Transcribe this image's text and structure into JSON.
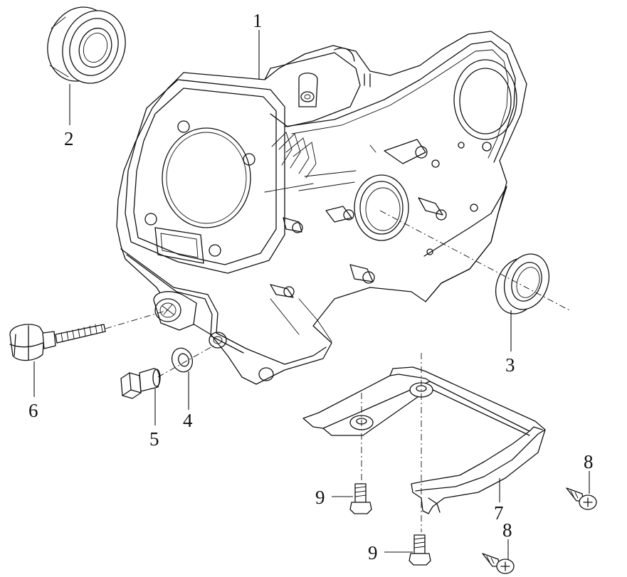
{
  "callouts": {
    "p1": "1",
    "p2": "2",
    "p3": "3",
    "p4": "4",
    "p5": "5",
    "p6": "6",
    "p7": "7",
    "p8a": "8",
    "p8b": "8",
    "p9a": "9",
    "p9b": "9"
  }
}
